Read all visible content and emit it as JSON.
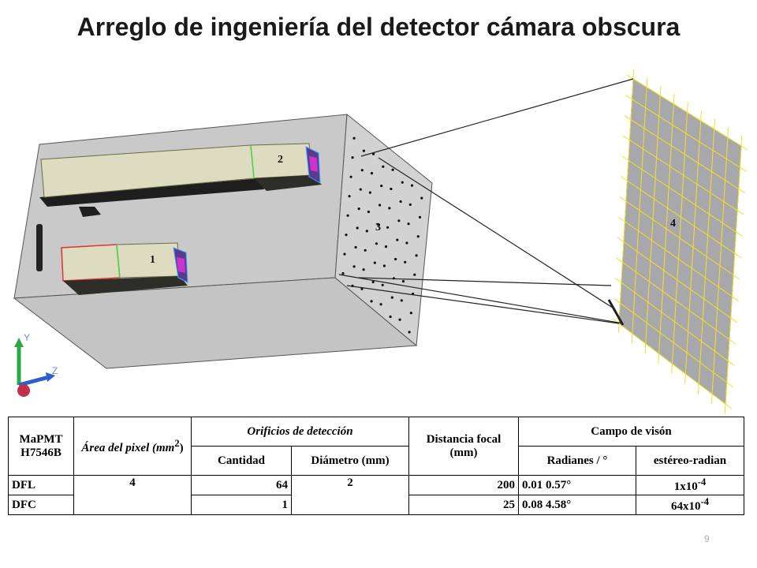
{
  "title": "Arreglo de ingeniería del detector cámara obscura",
  "diagram": {
    "labels": {
      "box1": "1",
      "box2": "2",
      "plate": "3",
      "screen": "4"
    },
    "axes": {
      "y": "Y",
      "z": "Z"
    },
    "colors": {
      "housing": "#c9c9c9",
      "box_body": "#dedcc0",
      "box_dark": "#2e2e28",
      "screen": "#a8a8ac",
      "grid": "#f0e12a",
      "accent": "#cc33cc"
    }
  },
  "table": {
    "header": {
      "mapmt": "MaPMT H7546B",
      "area": "Área del pixel (mm",
      "area_sup": "2",
      "area_end": ")",
      "orificios": "Orificios de detección",
      "cantidad": "Cantidad",
      "diametro": "Diámetro (mm)",
      "distancia": "Distancia focal (mm)",
      "campo": "Campo de visón",
      "radianes": "Radianes   / °",
      "estereo": "estéreo-radian"
    },
    "rows": [
      {
        "name": "DFL",
        "area": "4",
        "cantidad": "64",
        "diametro": "2",
        "distancia": "200",
        "radianes": "0.01       0.57°",
        "estereo": "1x10",
        "estereo_exp": "-4"
      },
      {
        "name": "DFC",
        "cantidad": "1",
        "distancia": "25",
        "radianes": "0.08       4.58°",
        "estereo": "64x10",
        "estereo_exp": "-4"
      }
    ]
  },
  "page_number": "9"
}
